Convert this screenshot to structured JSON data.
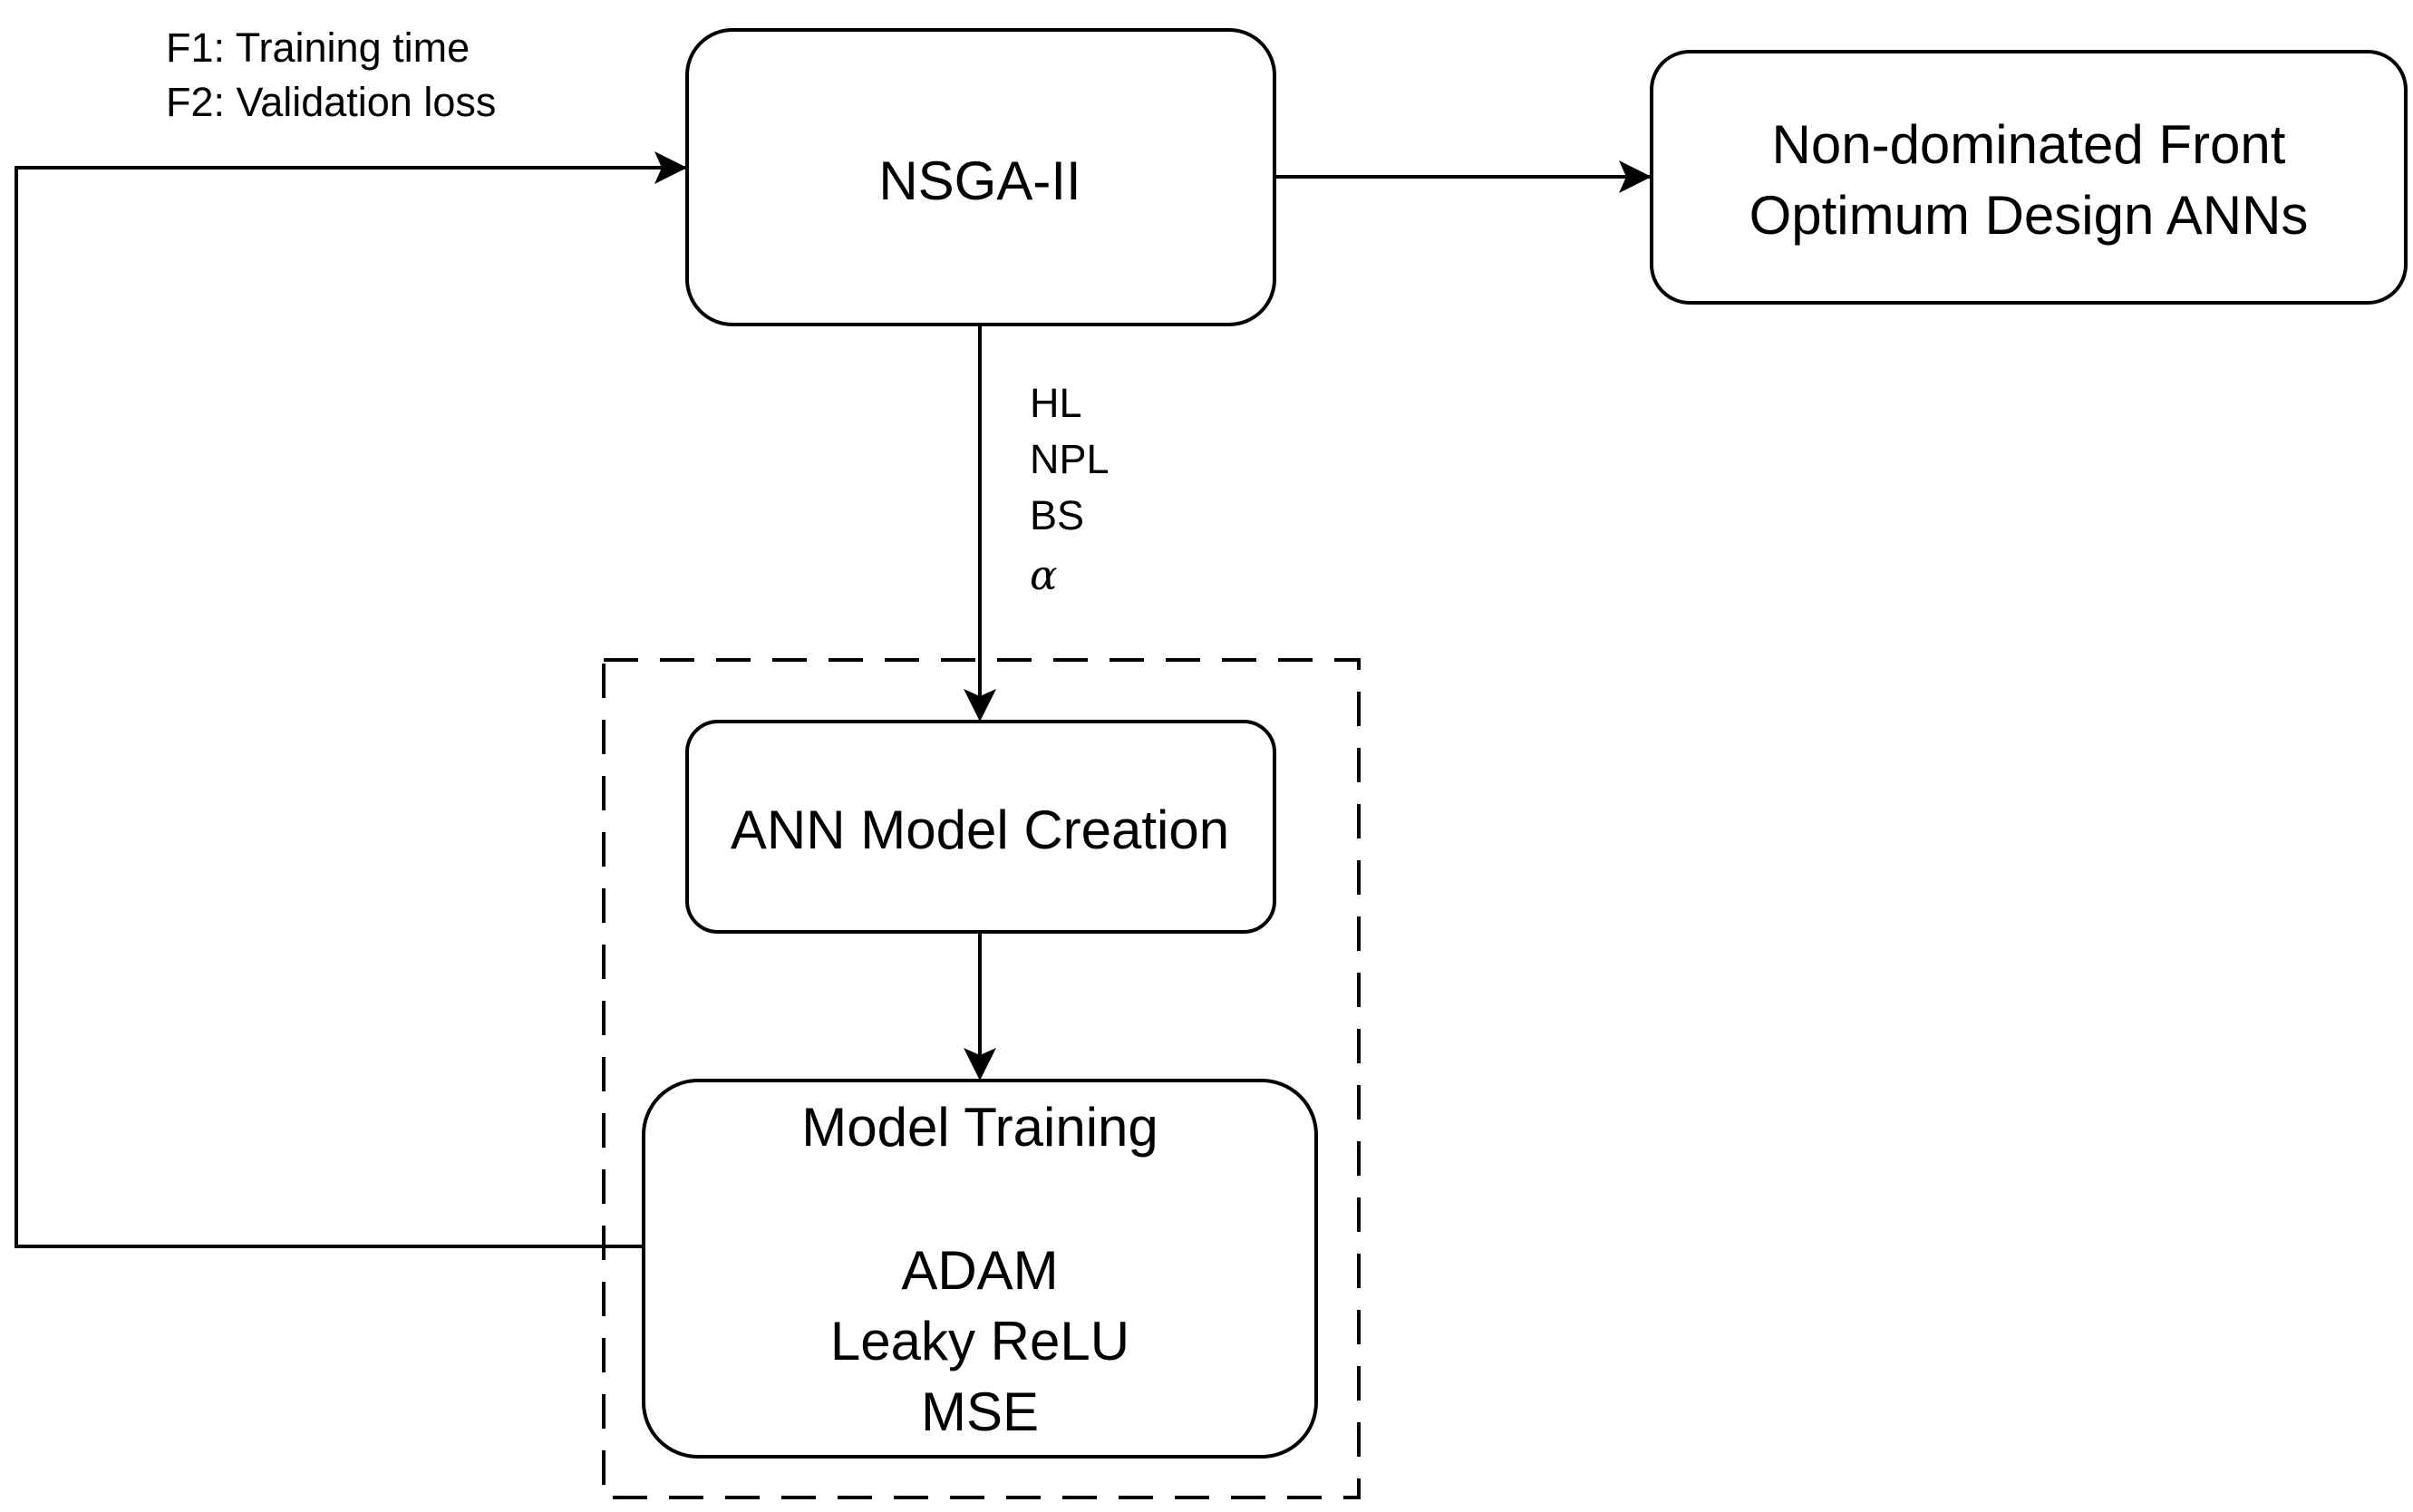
{
  "objectives": {
    "f1": "F1: Training time",
    "f2": "F2: Validation loss"
  },
  "nodes": {
    "nsga": "NSGA-II",
    "front": {
      "line1": "Non-dominated Front",
      "line2": "Optimum Design ANNs"
    },
    "ann_creation": "ANN Model Creation",
    "training": {
      "title": "Model Training",
      "items": [
        "ADAM",
        "Leaky ReLU",
        "MSE"
      ]
    }
  },
  "parameters": [
    "HL",
    "NPL",
    "BS",
    "α"
  ]
}
